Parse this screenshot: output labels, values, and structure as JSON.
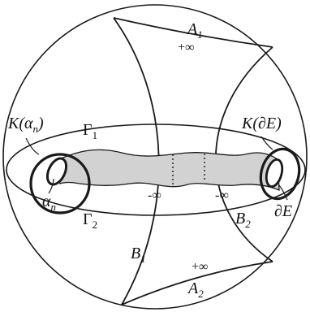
{
  "labels": {
    "A1": "A",
    "A1_sub": "1",
    "A2": "A",
    "A2_sub": "2",
    "B1": "B",
    "B1_sub": "1",
    "B2": "B",
    "B2_sub": "2",
    "G1": "Γ",
    "G1_sub": "1",
    "G2": "Γ",
    "G2_sub": "2",
    "plus_inf_top": "+∞",
    "plus_inf_bottom": "+∞",
    "minus_inf_left": "-∞",
    "minus_inf_right": "-∞",
    "K_alpha": "K(α",
    "K_alpha_sub": "n",
    "K_alpha_close": ")",
    "K_dE": "K(∂E)",
    "alpha_n": "α",
    "alpha_n_sub": "n",
    "dE": "∂E"
  }
}
